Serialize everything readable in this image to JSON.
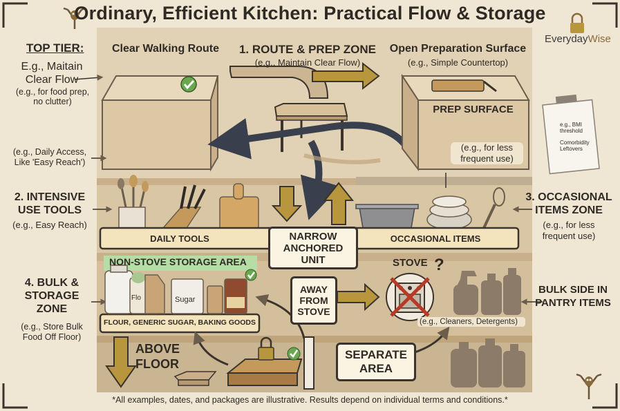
{
  "title": "Ordinary, Efficient Kitchen: Practical Flow & Storage",
  "brand": {
    "name_a": "Everyday",
    "name_b": "Wise",
    "icon": "padlock-icon"
  },
  "top_tier": {
    "heading": "TOP TIER:",
    "example": "E.g., Maitain Clear Flow",
    "sub": "(e.g., for food prep, no clutter)",
    "access_note": "(e.g., Daily Access, Like 'Easy Reach')"
  },
  "clear_route": {
    "label": "Clear Walking Route",
    "icon": "checkmark-icon"
  },
  "route_zone": {
    "heading": "1. ROUTE & PREP ZONE",
    "sub": "(e.g., Maintain Clear Flow)"
  },
  "prep_surface": {
    "heading": "Open Preparation Surface",
    "sub": "(e.g., Simple Countertop)",
    "counter_label": "PREP SURFACE",
    "less_freq": "(e.g., for less frequent use)"
  },
  "checklist": {
    "item1": "e.g., BMI threshold",
    "item2": "Comorbidity Leftovers"
  },
  "intensive": {
    "heading": "2. INTENSIVE USE TOOLS",
    "sub": "(e.g., Easy Reach)"
  },
  "occasional_zone": {
    "heading": "3. OCCASIONAL ITEMS ZONE",
    "sub": "(e.g., for less frequent use)"
  },
  "shelf": {
    "daily": "DAILY TOOLS",
    "occasional": "OCCASIONAL ITEMS",
    "center": "NARROW ANCHORED UNIT"
  },
  "non_stove": {
    "heading": "NON-STOVE STORAGE AREA",
    "caption": "FLOUR, GENERIC SUGAR, BAKING GOODS",
    "bag1": "Flo",
    "bag2": "Sugar"
  },
  "bulk": {
    "heading": "4. BULK & STORAGE ZONE",
    "sub": "(e.g., Store Bulk Food Off Floor)"
  },
  "away": "AWAY FROM STOVE",
  "stove": {
    "label": "STOVE",
    "question": "?",
    "cleaners": "(e.g., Cleaners, Detergents)"
  },
  "bulk_side": "BULK SIDE IN PANTRY ITEMS",
  "above_floor": "ABOVE FLOOR",
  "separate": "SEPARATE AREA",
  "footer": "*All examples, dates, and packages are illustrative. Results depend on individual terms and conditions.*",
  "colors": {
    "background": "#efe6d4",
    "accent_gold": "#b8963e",
    "text": "#2f2a24",
    "green": "#6aa84f"
  }
}
